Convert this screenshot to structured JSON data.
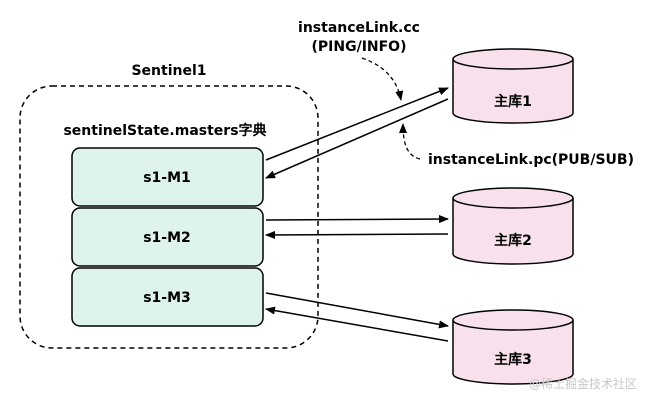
{
  "sentinel": {
    "title": "Sentinel1",
    "dict_label": "sentinelState.masters字典",
    "instances": [
      {
        "label": "s1-M1"
      },
      {
        "label": "s1-M2"
      },
      {
        "label": "s1-M3"
      }
    ]
  },
  "masters": [
    {
      "label": "主库1"
    },
    {
      "label": "主库2"
    },
    {
      "label": "主库3"
    }
  ],
  "annotations": {
    "cc_line1": "instanceLink.cc",
    "cc_line2": "(PING/INFO)",
    "pc": "instanceLink.pc(PUB/SUB)"
  },
  "watermark": "@稀土掘金技术社区",
  "colors": {
    "instance_fill": "#dff3ee",
    "master_fill": "#f8e1ec",
    "stroke": "#000000"
  }
}
